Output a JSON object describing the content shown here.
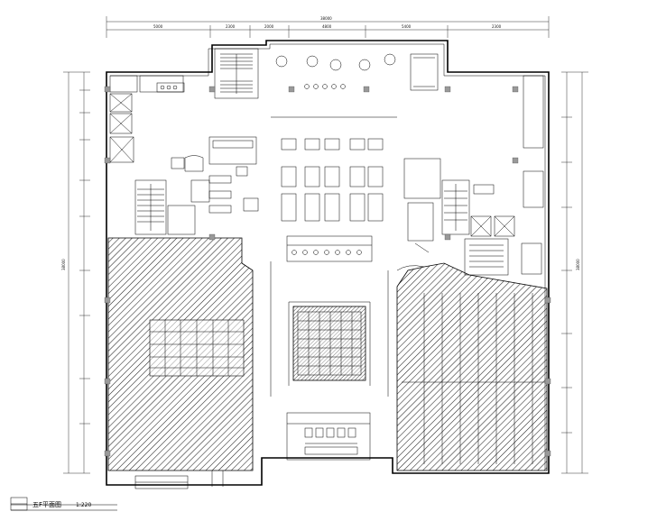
{
  "drawing": {
    "title": "五F平面图",
    "scale": "1:220"
  },
  "colors": {
    "line": "#000000",
    "hatch": "#222222",
    "column": "#999999",
    "background": "#ffffff"
  },
  "dimensions": {
    "top_overall": "38000",
    "top_segments": [
      "5000",
      "2300",
      "2000",
      "4800",
      "5400",
      "2300"
    ],
    "left_overall": "38000",
    "right_overall": "38000"
  }
}
